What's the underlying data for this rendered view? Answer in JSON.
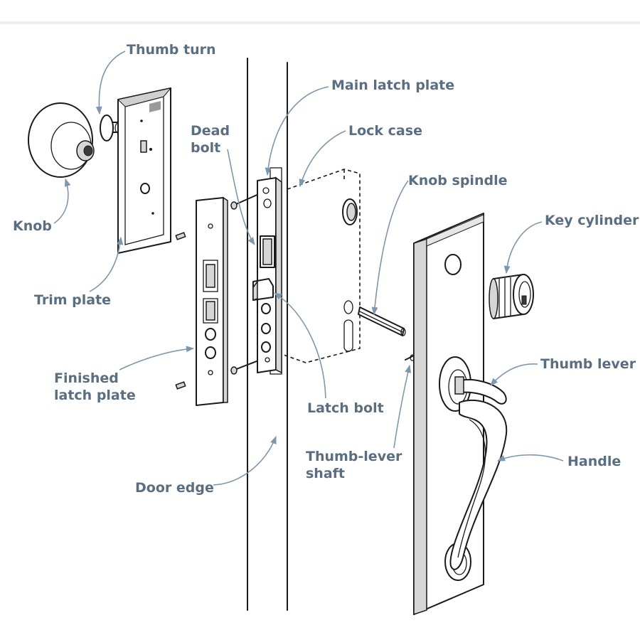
{
  "labels": {
    "thumb_turn": "Thumb turn",
    "main_latch_plate": "Main latch plate",
    "dead_bolt_1": "Dead",
    "dead_bolt_2": "bolt",
    "lock_case": "Lock case",
    "knob_spindle": "Knob spindle",
    "key_cylinder": "Key cylinder",
    "knob": "Knob",
    "trim_plate": "Trim plate",
    "finished_latch_plate_1": "Finished",
    "finished_latch_plate_2": "latch plate",
    "latch_bolt": "Latch bolt",
    "thumb_lever": "Thumb lever",
    "thumb_lever_shaft_1": "Thumb-lever",
    "thumb_lever_shaft_2": "shaft",
    "handle": "Handle",
    "door_edge": "Door edge"
  },
  "colors": {
    "label_text": "#5a6e82",
    "leader_line": "#7f97ad",
    "ink": "#1a1a1a",
    "top_rule": "#eeeeee"
  }
}
